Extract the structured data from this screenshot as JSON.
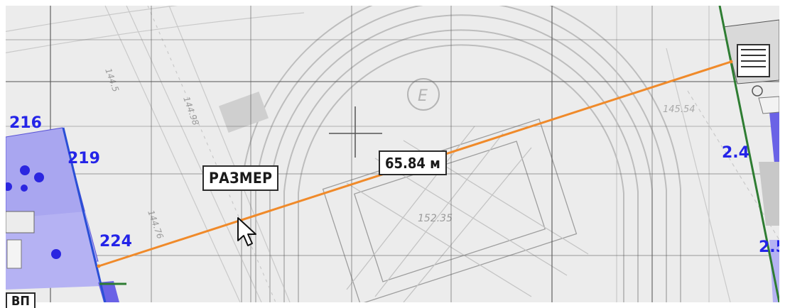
{
  "tool": {
    "mode_label": "РАЗМЕР",
    "measurement_label": "65.84 м",
    "corner_label": "ВП"
  },
  "rooms": [
    {
      "id": "216",
      "label": "216"
    },
    {
      "id": "219",
      "label": "219"
    },
    {
      "id": "224",
      "label": "224"
    },
    {
      "id": "2.4",
      "label": "2.4"
    },
    {
      "id": "2.5",
      "label": "2.5"
    }
  ],
  "map_annotations": [
    "152.35",
    "145.54",
    "144.76",
    "144.5",
    "144.98",
    "E"
  ],
  "colors": {
    "measure_line": "#f08a2a",
    "room_fill": "#a9a6f0",
    "room_fill_dark": "#6a62e6",
    "room_text": "#2424e8",
    "grid": "#555555"
  }
}
